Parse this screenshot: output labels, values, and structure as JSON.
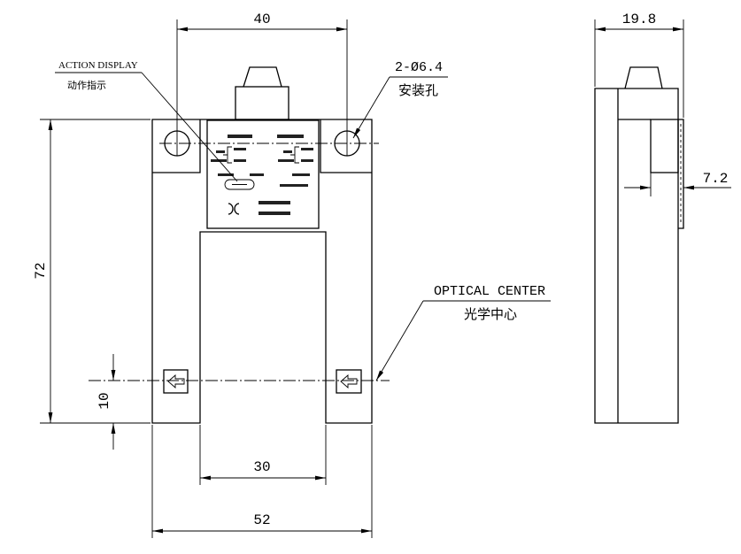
{
  "drawing": {
    "front_view": {
      "dimensions": {
        "hole_spacing": "40",
        "height": "72",
        "optical_center_height": "10",
        "slot_width": "30",
        "overall_width": "52"
      },
      "callouts": {
        "action_display": {
          "label_en": "ACTION DISPLAY",
          "label_cn": "动作指示"
        },
        "mounting_holes": {
          "label_spec": "2-Ø6.4",
          "label_cn": "安装孔"
        },
        "optical_center": {
          "label_en": "OPTICAL CENTER",
          "label_cn": "光学中心"
        }
      }
    },
    "side_view": {
      "dimensions": {
        "depth": "19.8",
        "boss_depth": "7.2"
      }
    }
  },
  "colors": {
    "line": "#000000",
    "background": "#ffffff"
  }
}
